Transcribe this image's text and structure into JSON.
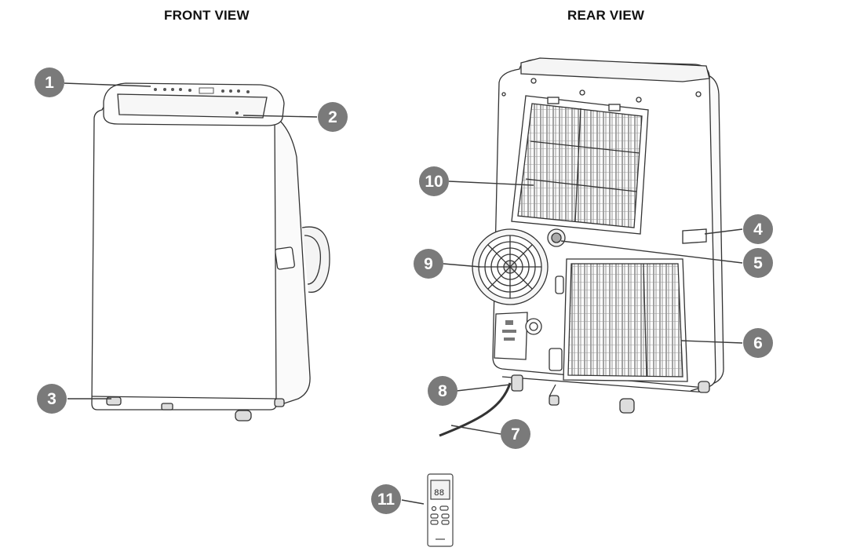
{
  "titles": {
    "front": "FRONT VIEW",
    "rear": "REAR VIEW"
  },
  "callouts": [
    "1",
    "2",
    "3",
    "4",
    "5",
    "6",
    "7",
    "8",
    "9",
    "10",
    "11"
  ],
  "remote": {
    "display": "88"
  },
  "colors": {
    "callout_fill": "#7a7a7a",
    "line": "#3a3a3a"
  }
}
